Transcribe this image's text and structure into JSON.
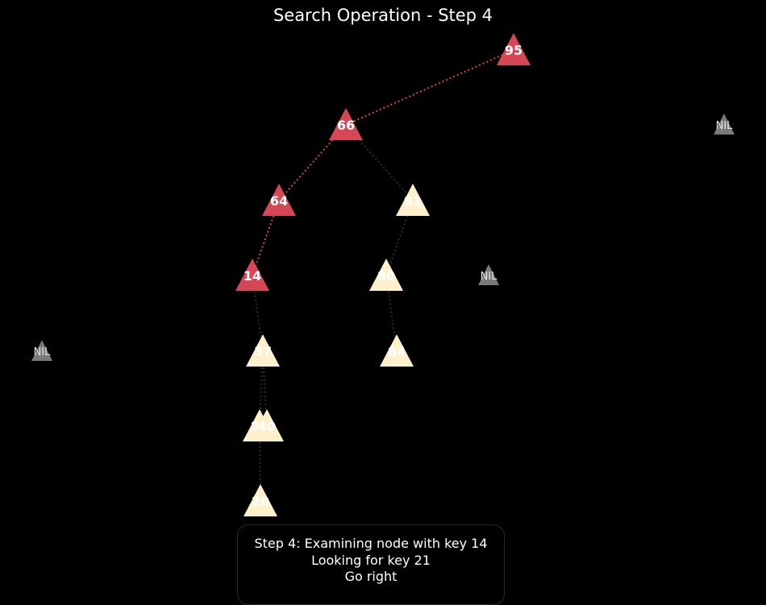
{
  "title": "Search Operation - Step 4",
  "colors": {
    "background": "#000000",
    "visited_node": "#d64755",
    "unvisited_node": "#fff0cc",
    "nil_node": "#7a7a7a",
    "visited_edge": "#d64755",
    "unvisited_edge": "#2e2e2e"
  },
  "nodes": [
    {
      "id": "n95",
      "key": "95",
      "state": "visited"
    },
    {
      "id": "n66",
      "key": "66",
      "state": "visited"
    },
    {
      "id": "n64",
      "key": "64",
      "state": "visited"
    },
    {
      "id": "n91",
      "key": "91",
      "state": "unvisited"
    },
    {
      "id": "n14",
      "key": "14",
      "state": "visited"
    },
    {
      "id": "n80",
      "key": "80",
      "state": "unvisited"
    },
    {
      "id": "n37",
      "key": "37",
      "state": "unvisited"
    },
    {
      "id": "n84",
      "key": "84",
      "state": "unvisited"
    },
    {
      "id": "n24",
      "key": "24",
      "state": "unvisited"
    },
    {
      "id": "n40",
      "key": "40",
      "state": "unvisited"
    },
    {
      "id": "n20",
      "key": "20",
      "state": "unvisited"
    },
    {
      "id": "nil1",
      "key": "NIL",
      "state": "nil"
    },
    {
      "id": "nil2",
      "key": "NIL",
      "state": "nil"
    },
    {
      "id": "nil3",
      "key": "NIL",
      "state": "nil"
    }
  ],
  "edges": [
    {
      "from": "n95",
      "to": "n66",
      "state": "visited"
    },
    {
      "from": "n66",
      "to": "n64",
      "state": "visited"
    },
    {
      "from": "n66",
      "to": "n91",
      "state": "unvisited"
    },
    {
      "from": "n64",
      "to": "n14",
      "state": "visited"
    },
    {
      "from": "n91",
      "to": "n80",
      "state": "unvisited"
    },
    {
      "from": "n14",
      "to": "n37",
      "state": "unvisited"
    },
    {
      "from": "n80",
      "to": "n84",
      "state": "unvisited"
    },
    {
      "from": "n37",
      "to": "n24",
      "state": "unvisited"
    },
    {
      "from": "n37",
      "to": "n40",
      "state": "unvisited"
    },
    {
      "from": "n24",
      "to": "n20",
      "state": "unvisited"
    }
  ],
  "status": {
    "line1": "Step 4: Examining node with key 14",
    "line2": "Looking for key 21",
    "line3": "Go right"
  }
}
